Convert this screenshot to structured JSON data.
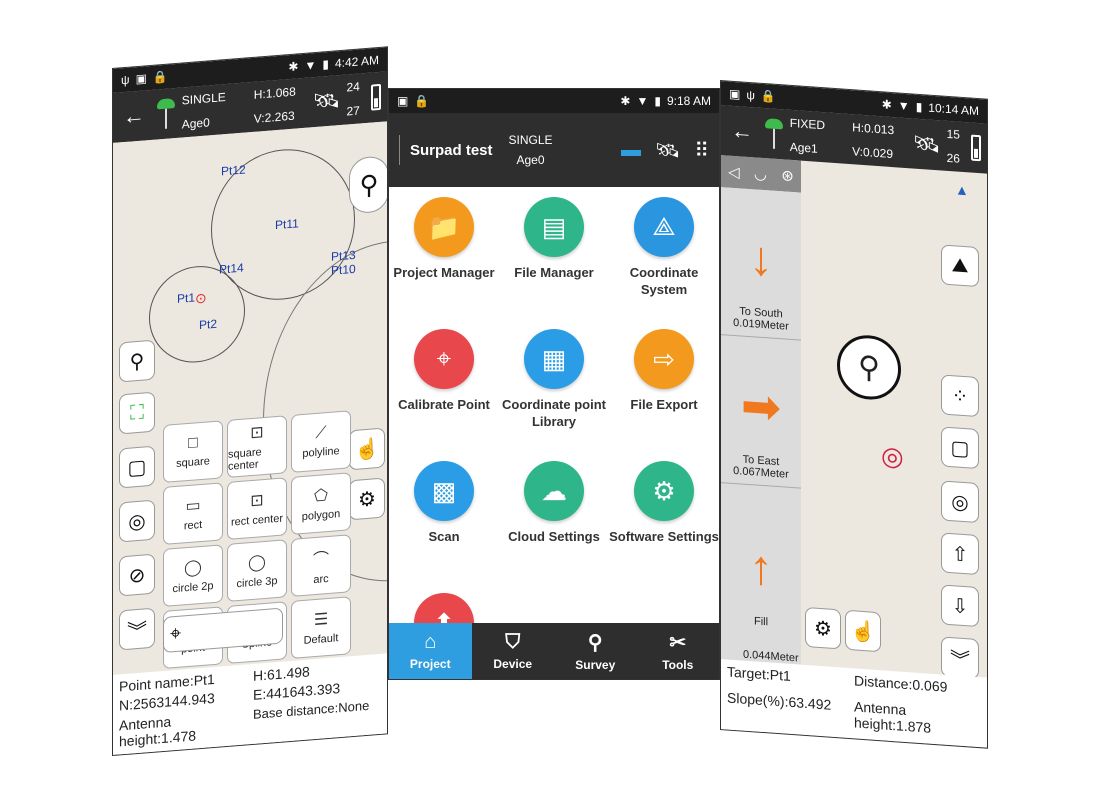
{
  "left": {
    "status_time": "4:42 AM",
    "solution": "SINGLE",
    "age": "Age0",
    "h_prec": "H:1.068",
    "v_prec": "V:2.263",
    "sats_used": "24",
    "sats_visible": "27",
    "points": [
      "Pt12",
      "Pt11",
      "Pt14",
      "Pt13",
      "Pt10",
      "Pt1",
      "Pt2"
    ],
    "draw_tools": [
      "square",
      "square center",
      "polyline",
      "rect",
      "rect center",
      "polygon",
      "circle 2p",
      "circle 3p",
      "arc",
      "point",
      "Spline",
      "Default"
    ],
    "info": {
      "point_name": "Point name:Pt1",
      "h": "H:61.498",
      "n": "N:2563144.943",
      "e": "E:441643.393",
      "antenna": "Antenna height:1.478",
      "base_distance": "Base distance:None"
    }
  },
  "center": {
    "status_time": "9:18 AM",
    "project_title": "Surpad test",
    "solution": "SINGLE",
    "age": "Age0",
    "menu": [
      {
        "label": "Project Manager",
        "color": "#f39a1e",
        "icon": "folder-icon"
      },
      {
        "label": "File Manager",
        "color": "#2fb58a",
        "icon": "file-icon"
      },
      {
        "label": "Coordinate System",
        "color": "#2996df",
        "icon": "axes-icon"
      },
      {
        "label": "Calibrate Point",
        "color": "#e8474c",
        "icon": "target-icon"
      },
      {
        "label": "Coordinate point Library",
        "color": "#2b9de6",
        "icon": "map-grid-icon"
      },
      {
        "label": "File Export",
        "color": "#f39a1e",
        "icon": "export-icon"
      },
      {
        "label": "Scan",
        "color": "#2b9de6",
        "icon": "qr-icon"
      },
      {
        "label": "Cloud Settings",
        "color": "#2fb58a",
        "icon": "cloud-gear-icon"
      },
      {
        "label": "Software Settings",
        "color": "#2fb58a",
        "icon": "folder-gear-icon"
      },
      {
        "label": "",
        "color": "#e8474c",
        "icon": "upload-icon"
      }
    ],
    "tabs": [
      "Project",
      "Device",
      "Survey",
      "Tools"
    ]
  },
  "right": {
    "status_time": "10:14 AM",
    "solution": "FIXED",
    "age": "Age1",
    "h_prec": "H:0.013",
    "v_prec": "V:0.029",
    "sats_used": "15",
    "sats_visible": "26",
    "stake": [
      {
        "dir": "To South",
        "dist": "0.019Meter",
        "arrow": "↓"
      },
      {
        "dir": "To East",
        "dist": "0.067Meter",
        "arrow": "➡"
      },
      {
        "dir": "Fill",
        "dist": "0.044Meter",
        "arrow": "↑"
      }
    ],
    "info": {
      "target": "Target:Pt1",
      "slope": "Slope(%):63.492",
      "distance": "Distance:0.069",
      "antenna": "Antenna height:1.878"
    }
  }
}
